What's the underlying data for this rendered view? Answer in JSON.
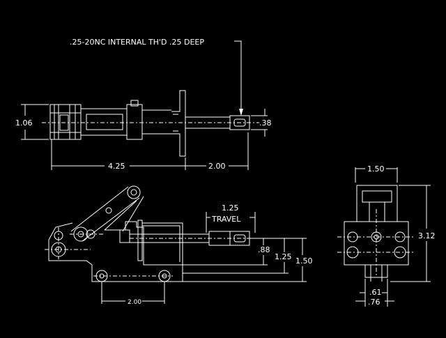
{
  "colors": {
    "background": "#000000",
    "line": "#ffffff"
  },
  "labels": {
    "thread_note": ".25-20NC INTERNAL TH'D .25 DEEP",
    "top_height": "1.06",
    "top_rod_dia": ".38",
    "top_body_length": "4.25",
    "top_rod_length": "2.00",
    "travel_value": "1.25",
    "travel_word": "TRAVEL",
    "side_dim_088": ".88",
    "side_dim_125": "1.25",
    "side_dim_150": "1.50",
    "side_hole_spacing": "2.00",
    "end_width": "1.50",
    "end_height": "3.12",
    "end_dim_061": ".61",
    "end_dim_076": ".76"
  }
}
